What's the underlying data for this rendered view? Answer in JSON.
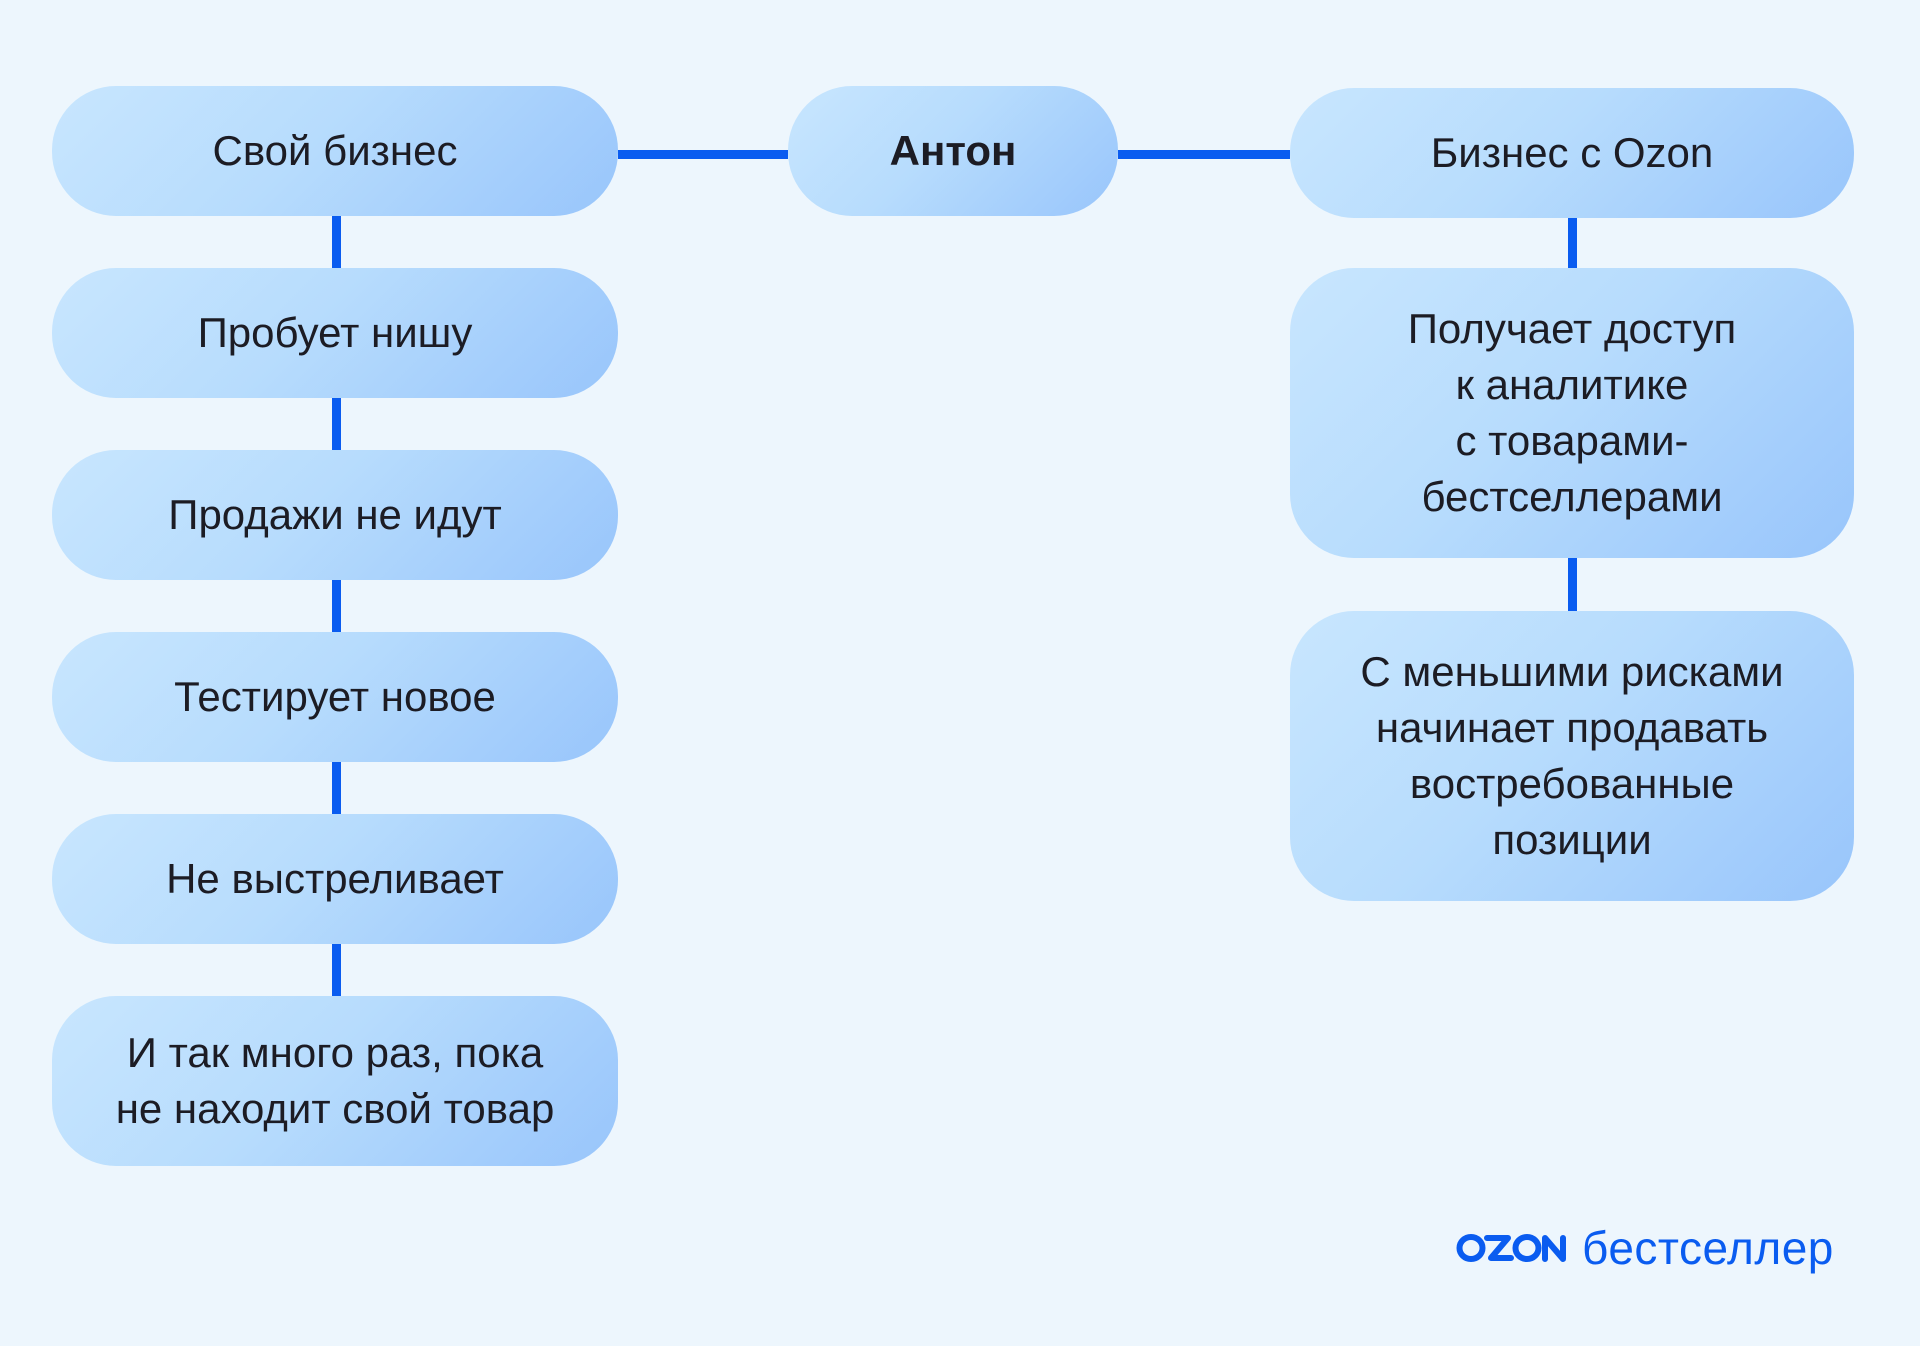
{
  "colors": {
    "background": "#edf6fd",
    "connector": "#0a5cf0",
    "node_gradient": [
      "#c8e6fe",
      "#b7dcfd",
      "#98c5fb"
    ],
    "text": "#1c1c24",
    "brand": "#0a5cf0"
  },
  "center": {
    "label": "Антон"
  },
  "left_branch": {
    "title": "Свой бизнес",
    "steps": [
      "Пробует нишу",
      "Продажи не идут",
      "Тестирует новое",
      "Не выстреливает",
      "И так много раз, пока\nне находит свой товар"
    ]
  },
  "right_branch": {
    "title": "Бизнес с Ozon",
    "steps": [
      "Получает доступ\nк аналитике\nс товарами-\nбестселлерами",
      "С меньшими рисками\nначинает продавать\nвостребованные\nпозиции"
    ]
  },
  "brand": {
    "logo_icon": "ozon-logo-icon",
    "text": "бестселлер"
  }
}
